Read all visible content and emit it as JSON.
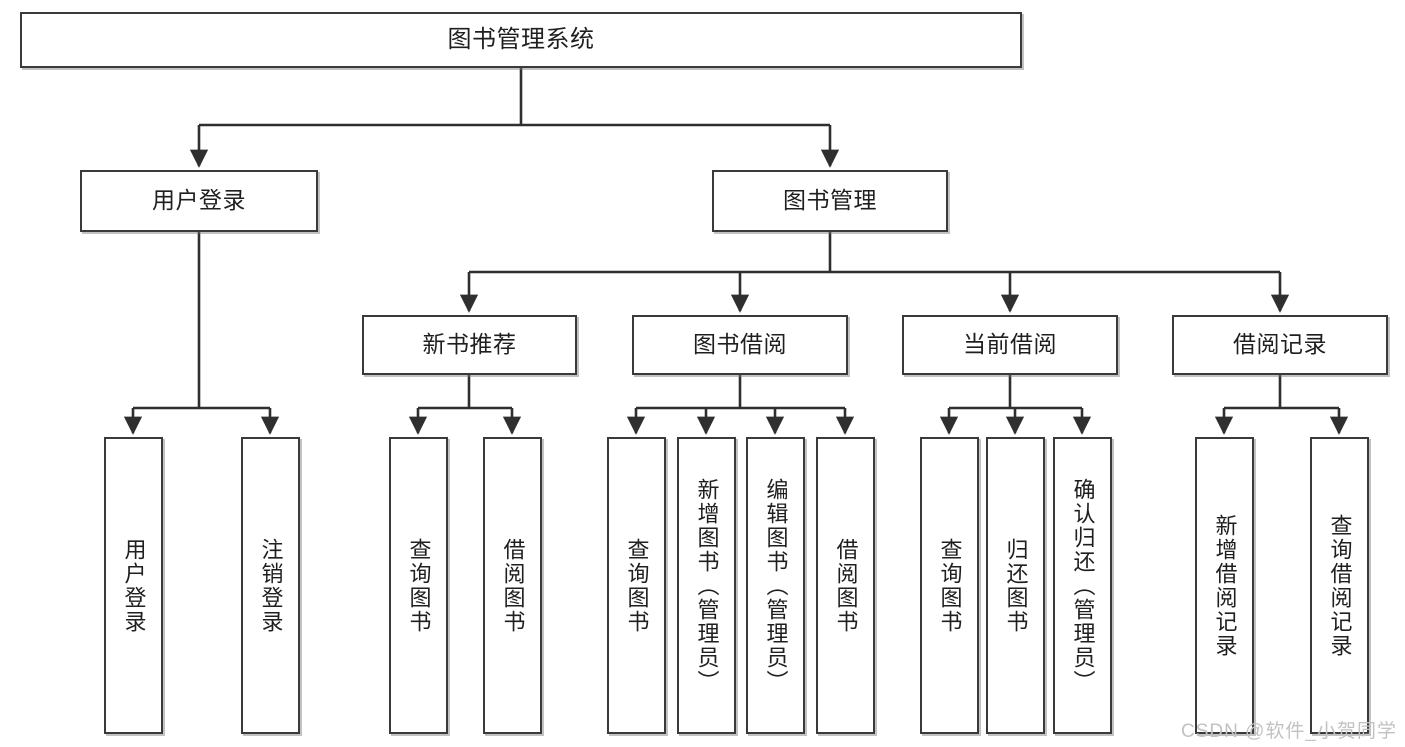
{
  "diagram": {
    "title": "图书管理系统",
    "type": "tree",
    "nodes": {
      "root": {
        "label": "图书管理系统"
      },
      "level2": [
        {
          "id": "user-login",
          "label": "用户登录"
        },
        {
          "id": "book-management",
          "label": "图书管理"
        }
      ],
      "level3": [
        {
          "id": "new-book-recommend",
          "label": "新书推荐"
        },
        {
          "id": "book-borrow",
          "label": "图书借阅"
        },
        {
          "id": "current-borrow",
          "label": "当前借阅"
        },
        {
          "id": "borrow-record",
          "label": "借阅记录"
        }
      ],
      "leaves": {
        "user_login": [
          {
            "id": "leaf-user-login",
            "label": "用户登录"
          },
          {
            "id": "leaf-logout-login",
            "label": "注销登录"
          }
        ],
        "new_book_recommend": [
          {
            "id": "leaf-query-book-1",
            "label": "查询图书"
          },
          {
            "id": "leaf-borrow-book-1",
            "label": "借阅图书"
          }
        ],
        "book_borrow": [
          {
            "id": "leaf-query-book-2",
            "label": "查询图书"
          },
          {
            "id": "leaf-add-book",
            "label": "新增图书（管理员）"
          },
          {
            "id": "leaf-edit-book",
            "label": "编辑图书（管理员）"
          },
          {
            "id": "leaf-borrow-book-2",
            "label": "借阅图书"
          }
        ],
        "current_borrow": [
          {
            "id": "leaf-query-book-3",
            "label": "查询图书"
          },
          {
            "id": "leaf-return-book",
            "label": "归还图书"
          },
          {
            "id": "leaf-confirm-return",
            "label": "确认归还（管理员）"
          }
        ],
        "borrow_record": [
          {
            "id": "leaf-add-borrow-record",
            "label": "新增借阅记录"
          },
          {
            "id": "leaf-query-borrow-record",
            "label": "查询借阅记录"
          }
        ]
      }
    },
    "colors": {
      "node_border": "#3a3a3a",
      "node_fill": "#ffffff",
      "edge": "#2f2f2f",
      "text": "#1f1f1f",
      "watermark": "#c2c2c2"
    }
  },
  "watermark": {
    "text": "CSDN @软件_小贺同学"
  }
}
